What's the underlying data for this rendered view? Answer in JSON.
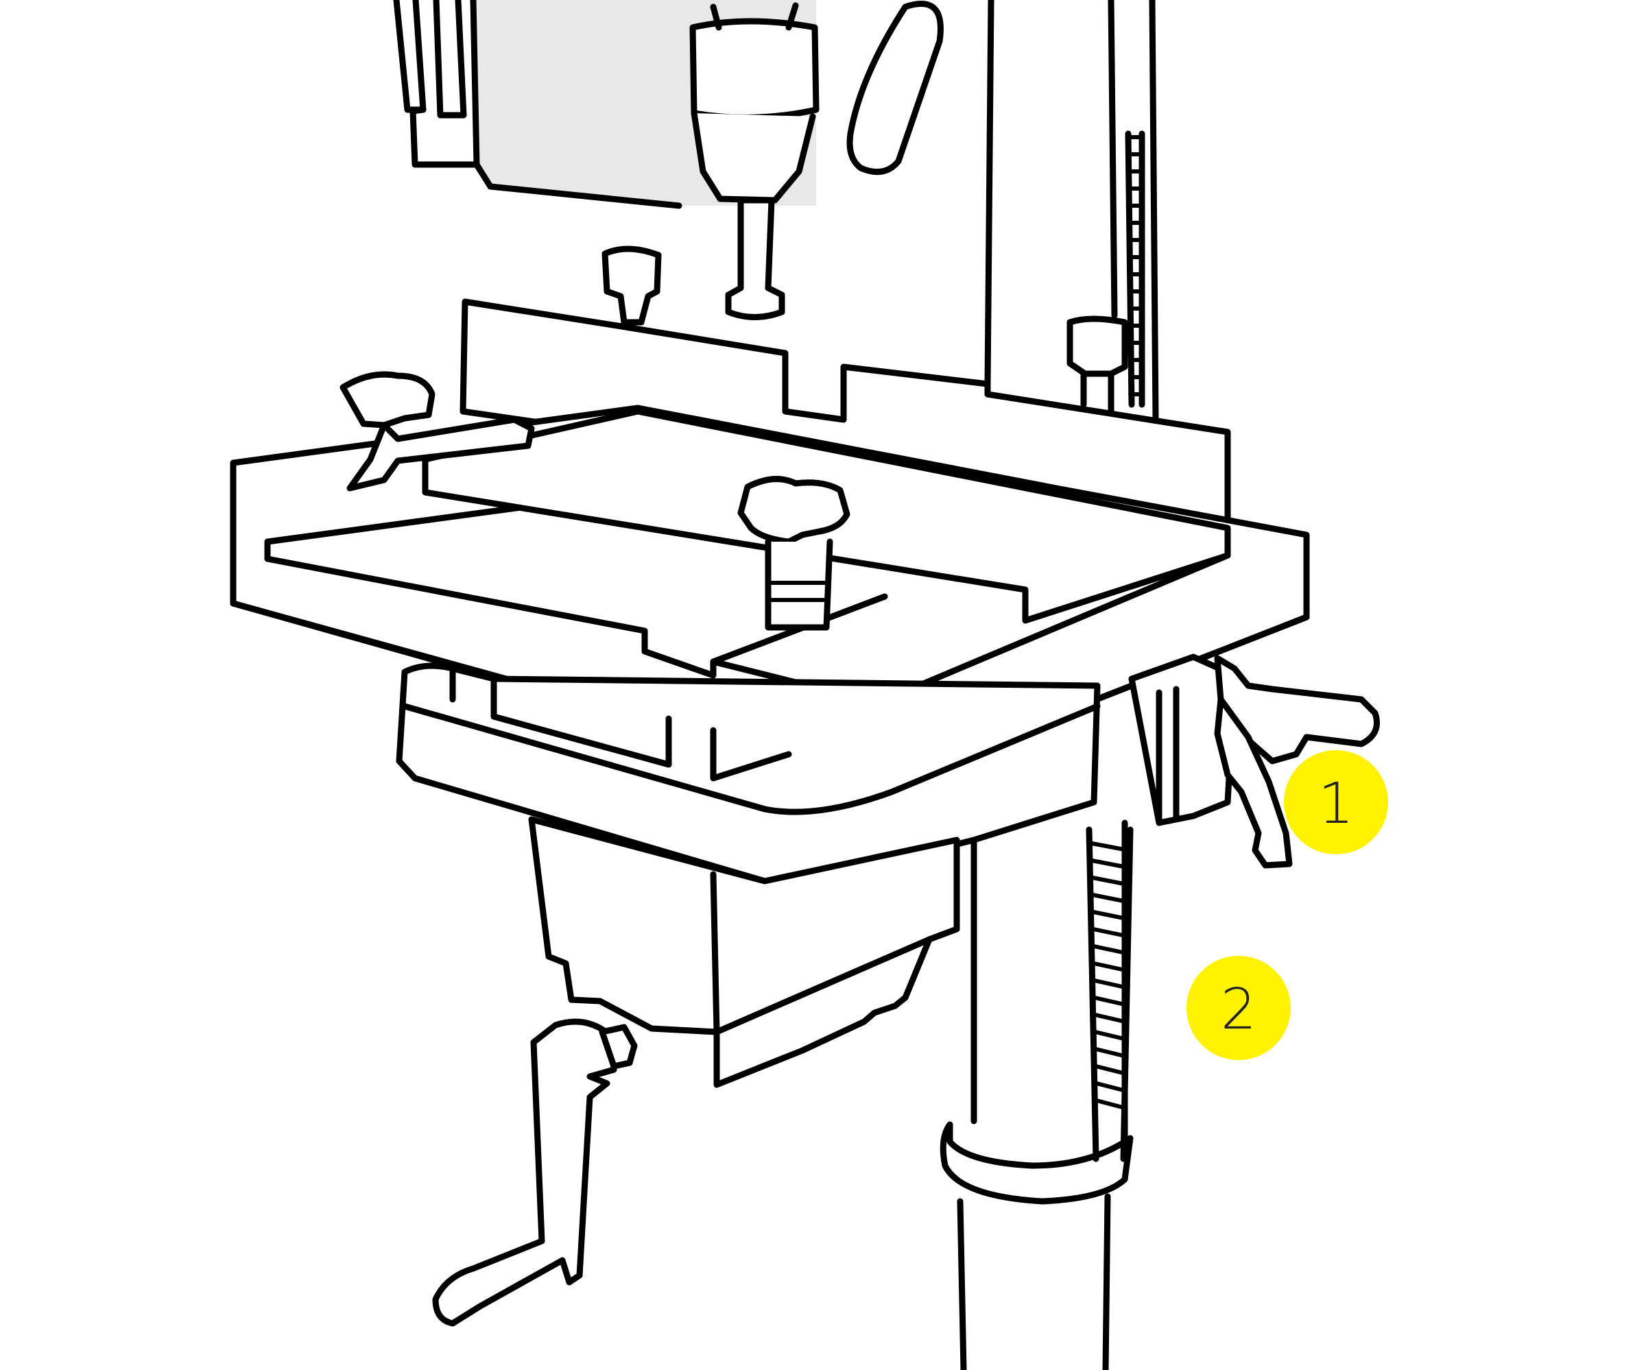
{
  "callouts": [
    {
      "id": "1",
      "label": "1"
    },
    {
      "id": "2",
      "label": "2"
    }
  ],
  "colors": {
    "callout_fill": "#fff200",
    "line": "#000000",
    "shade": "#e8e8e8",
    "background": "#ffffff"
  }
}
